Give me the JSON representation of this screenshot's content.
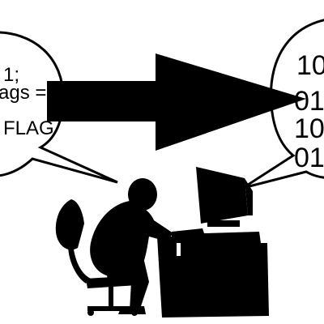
{
  "colors": {
    "background": "#ffffff",
    "ink": "#000000",
    "bubble_fill": "#ffffff",
    "stroke": "#000000"
  },
  "left_bubble": {
    "lines": [
      "1;",
      "ags =",
      "FLAG"
    ]
  },
  "right_bubble": {
    "lines": [
      "10",
      "01",
      "10",
      "01"
    ]
  },
  "icons": {
    "arrow": "big-arrow-icon",
    "person": "person-at-computer-silhouette",
    "computer": "crt-monitor-and-tower"
  }
}
